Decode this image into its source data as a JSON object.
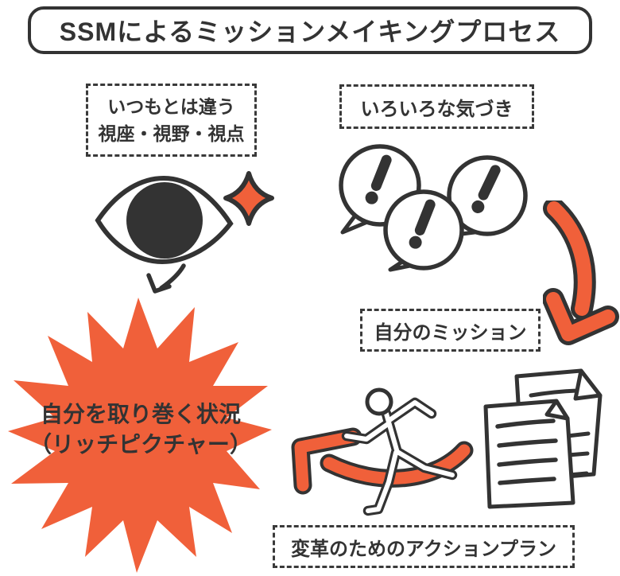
{
  "title": {
    "label": "SSMによるミッションメイキングプロセス"
  },
  "colors": {
    "ink": "#333333",
    "orange": "#F0603A",
    "background": "#FFFFFF"
  },
  "boxes": {
    "viewpoint": {
      "lines": [
        "いつもとは違う",
        "視座・視野・視点"
      ]
    },
    "awareness": {
      "label": "いろいろな気づき"
    },
    "mission": {
      "label": "自分のミッション"
    },
    "action_plan": {
      "label": "変革のためのアクションプラン"
    }
  },
  "burst": {
    "lines": [
      "自分を取り巻く状況",
      "（リッチピクチャー）"
    ]
  },
  "icons": {
    "eye": "eye-icon",
    "sparkle": "sparkle-icon",
    "down_arrow": "small-down-arrow-icon",
    "speech_bubbles": "exclamation-speech-bubbles-icon",
    "curved_arrow_down": "curved-arrow-down-icon",
    "runner": "running-person-icon",
    "curved_arrow_left": "curved-arrow-left-icon",
    "documents": "papers-icon"
  }
}
